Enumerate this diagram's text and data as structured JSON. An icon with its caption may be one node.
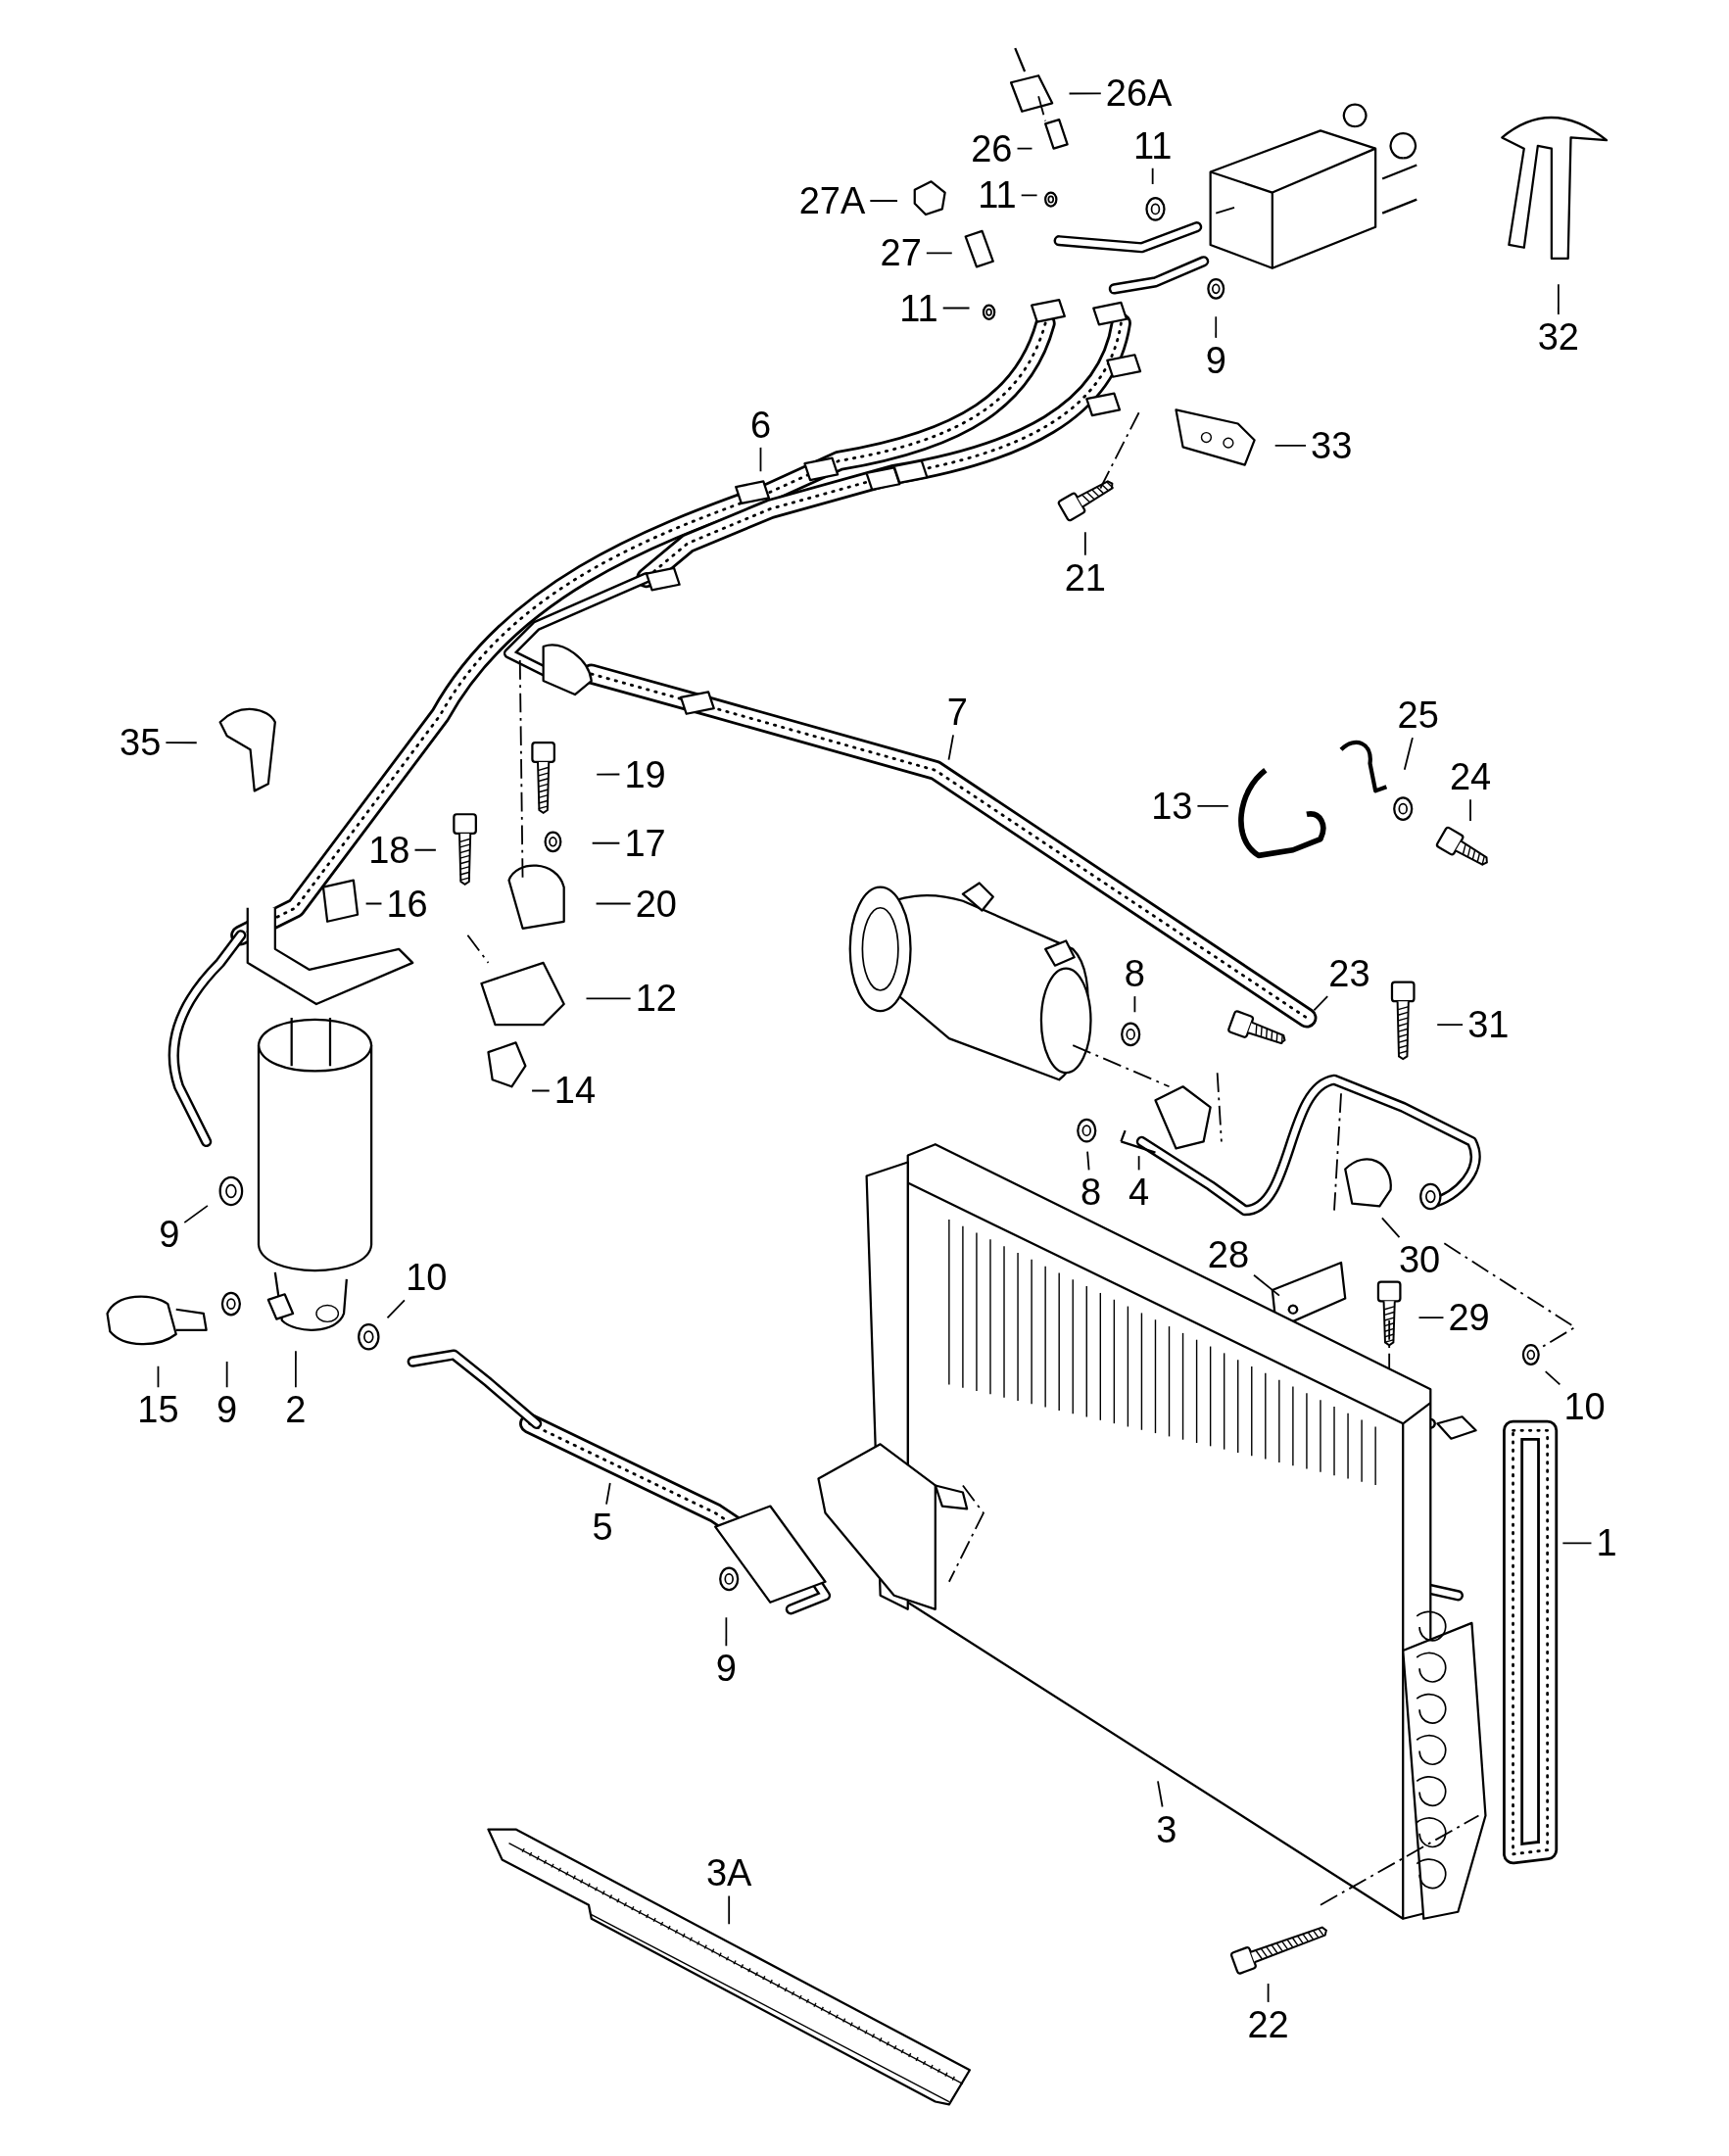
{
  "diagram": {
    "nodes": [
      {
        "text": [
          "26A"
        ]
      },
      {
        "text": [
          "26"
        ]
      },
      {
        "text": [
          "11"
        ]
      },
      {
        "text": [
          "11"
        ]
      },
      {
        "text": [
          "27A"
        ]
      },
      {
        "text": [
          "27"
        ]
      },
      {
        "text": [
          "11"
        ]
      },
      {
        "text": [
          "32"
        ]
      },
      {
        "text": [
          "9"
        ]
      },
      {
        "text": [
          "6"
        ]
      },
      {
        "text": [
          "33"
        ]
      },
      {
        "text": [
          "21"
        ]
      },
      {
        "text": [
          "7"
        ]
      },
      {
        "text": [
          "25"
        ]
      },
      {
        "text": [
          "35"
        ]
      },
      {
        "text": [
          "19"
        ]
      },
      {
        "text": [
          "24"
        ]
      },
      {
        "text": [
          "13"
        ]
      },
      {
        "text": [
          "17"
        ]
      },
      {
        "text": [
          "18"
        ]
      },
      {
        "text": [
          "16"
        ]
      },
      {
        "text": [
          "20"
        ]
      },
      {
        "text": [
          "23"
        ]
      },
      {
        "text": [
          "8"
        ]
      },
      {
        "text": [
          "12"
        ]
      },
      {
        "text": [
          "31"
        ]
      },
      {
        "text": [
          "14"
        ]
      },
      {
        "text": [
          "8"
        ]
      },
      {
        "text": [
          "4"
        ]
      },
      {
        "text": [
          "9"
        ]
      },
      {
        "text": [
          "30"
        ]
      },
      {
        "text": [
          "28"
        ]
      },
      {
        "text": [
          "10"
        ]
      },
      {
        "text": [
          "29"
        ]
      },
      {
        "text": [
          "10"
        ]
      },
      {
        "text": [
          "15"
        ]
      },
      {
        "text": [
          "9"
        ]
      },
      {
        "text": [
          "2"
        ]
      },
      {
        "text": [
          "5"
        ]
      },
      {
        "text": [
          "1"
        ]
      },
      {
        "text": [
          "9"
        ]
      },
      {
        "text": [
          "3"
        ]
      },
      {
        "text": [
          "3A"
        ]
      },
      {
        "text": [
          "22"
        ]
      }
    ],
    "edges": [
      {
        "from": 0,
        "to": null,
        "arrow": "none"
      },
      {
        "from": 1,
        "to": null,
        "arrow": "none"
      },
      {
        "from": 2,
        "to": null,
        "arrow": "none"
      },
      {
        "from": 3,
        "to": null,
        "arrow": "none"
      },
      {
        "from": 4,
        "to": null,
        "arrow": "none"
      },
      {
        "from": 5,
        "to": null,
        "arrow": "none"
      },
      {
        "from": 6,
        "to": null,
        "arrow": "none"
      },
      {
        "from": 7,
        "to": null,
        "arrow": "none"
      },
      {
        "from": 8,
        "to": null,
        "arrow": "none"
      },
      {
        "from": 9,
        "to": null,
        "arrow": "none"
      },
      {
        "from": 10,
        "to": null,
        "arrow": "none"
      },
      {
        "from": 11,
        "to": null,
        "arrow": "none"
      },
      {
        "from": 12,
        "to": null,
        "arrow": "none"
      },
      {
        "from": 13,
        "to": null,
        "arrow": "none"
      },
      {
        "from": 14,
        "to": null,
        "arrow": "none"
      },
      {
        "from": 15,
        "to": null,
        "arrow": "none"
      },
      {
        "from": 16,
        "to": null,
        "arrow": "none"
      },
      {
        "from": 17,
        "to": null,
        "arrow": "none"
      },
      {
        "from": 18,
        "to": null,
        "arrow": "none"
      },
      {
        "from": 19,
        "to": null,
        "arrow": "none"
      },
      {
        "from": 20,
        "to": null,
        "arrow": "none"
      },
      {
        "from": 21,
        "to": null,
        "arrow": "none"
      },
      {
        "from": 22,
        "to": null,
        "arrow": "none"
      },
      {
        "from": 23,
        "to": null,
        "arrow": "none"
      },
      {
        "from": 24,
        "to": null,
        "arrow": "none"
      },
      {
        "from": 25,
        "to": null,
        "arrow": "none"
      },
      {
        "from": 26,
        "to": null,
        "arrow": "none"
      },
      {
        "from": 27,
        "to": null,
        "arrow": "none"
      },
      {
        "from": 28,
        "to": null,
        "arrow": "none"
      },
      {
        "from": 29,
        "to": null,
        "arrow": "none"
      },
      {
        "from": 30,
        "to": null,
        "arrow": "none"
      },
      {
        "from": 31,
        "to": null,
        "arrow": "none"
      },
      {
        "from": 32,
        "to": null,
        "arrow": "none"
      },
      {
        "from": 33,
        "to": null,
        "arrow": "none"
      },
      {
        "from": 34,
        "to": null,
        "arrow": "none"
      },
      {
        "from": 35,
        "to": null,
        "arrow": "none"
      },
      {
        "from": 36,
        "to": null,
        "arrow": "none"
      },
      {
        "from": 37,
        "to": null,
        "arrow": "none"
      },
      {
        "from": 38,
        "to": null,
        "arrow": "none"
      },
      {
        "from": 39,
        "to": null,
        "arrow": "none"
      },
      {
        "from": 40,
        "to": null,
        "arrow": "none"
      },
      {
        "from": 41,
        "to": null,
        "arrow": "none"
      },
      {
        "from": 42,
        "to": null,
        "arrow": "none"
      },
      {
        "from": 43,
        "to": null,
        "arrow": "none"
      }
    ]
  }
}
